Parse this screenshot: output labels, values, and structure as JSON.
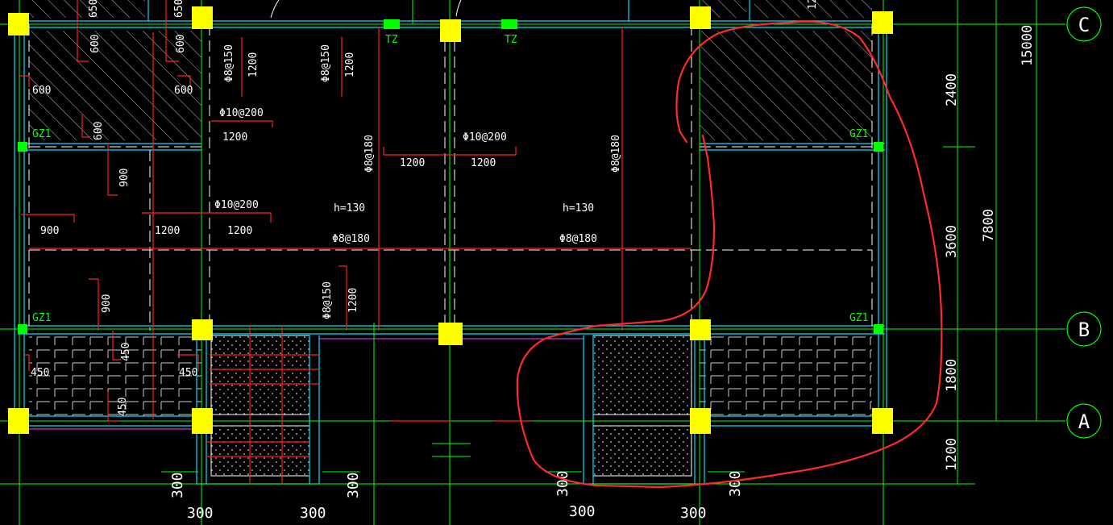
{
  "drawing": {
    "colors": {
      "background": "#000000",
      "column": "#ffff00",
      "constr_column": "#00ff00",
      "wall": "#00ffff",
      "rebar": "#ff0000",
      "text": "#ffffff",
      "axis": "#00ff00",
      "markup": "#ff2020",
      "hatch": "#cccccc"
    },
    "axes": [
      {
        "label": "C"
      },
      {
        "label": "B"
      },
      {
        "label": "A"
      }
    ],
    "right_dims": {
      "outer": "15000",
      "middle": "7800",
      "inner": [
        "2400",
        "3600",
        "1800",
        "1200"
      ]
    },
    "bottom_dims": [
      "300",
      "300",
      "300",
      "300"
    ],
    "bottom_dims_vertical": [
      "300",
      "300",
      "300",
      "300"
    ],
    "column_tags": {
      "gz1": "GZ1",
      "tz": "TZ"
    },
    "labels": {
      "h130": "h=130",
      "rebar_150": "Φ8@150",
      "rebar_180": "Φ8@180",
      "rebar_200": "Φ10@200",
      "d600": "600",
      "d650": "650",
      "d900": "900",
      "d1200": "1200",
      "d450": "450",
      "d12": "12"
    }
  }
}
